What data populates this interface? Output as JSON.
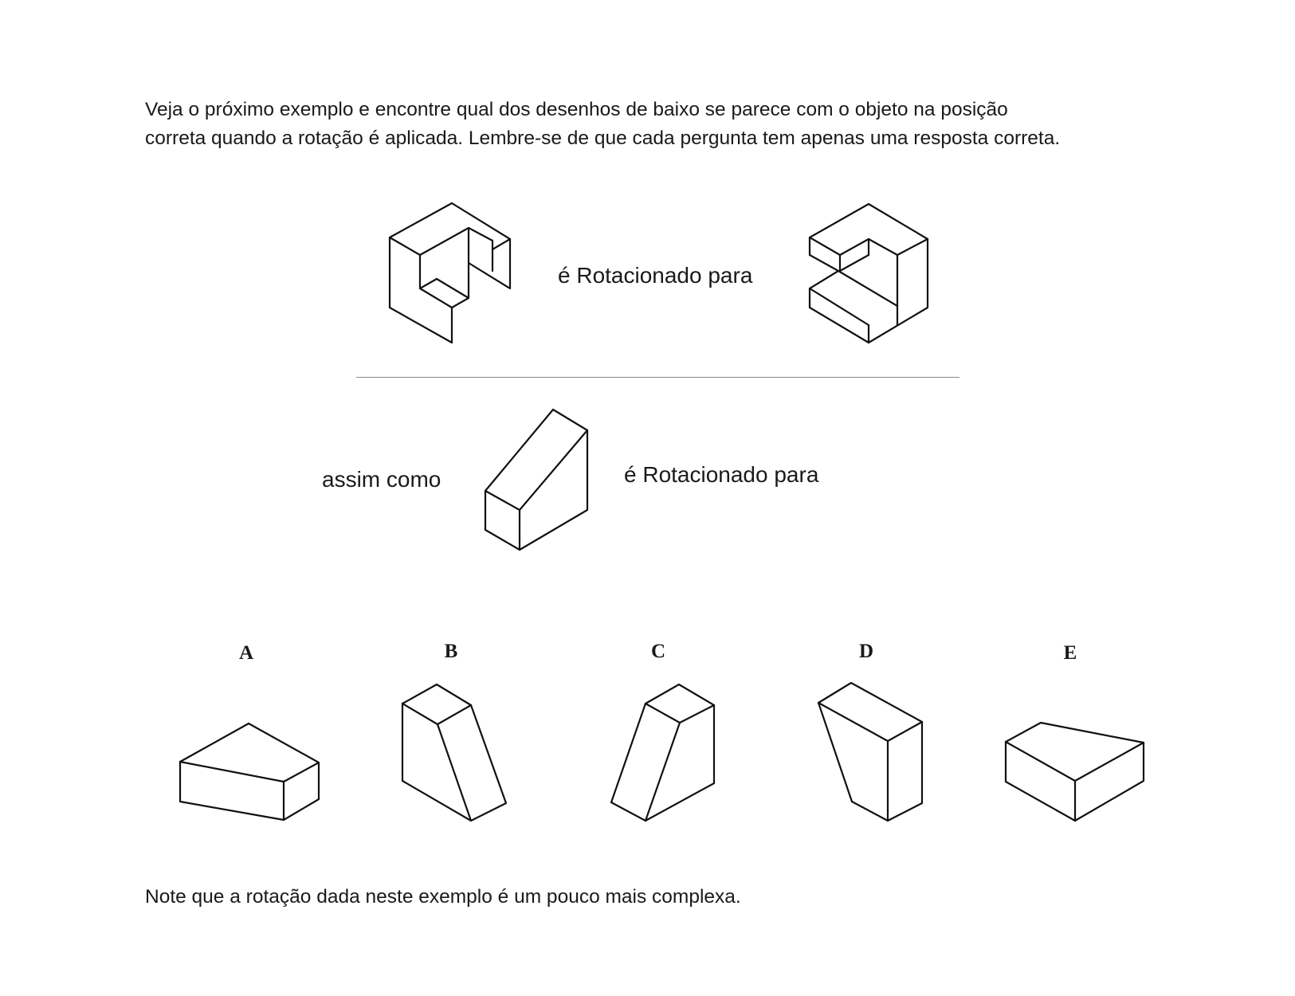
{
  "instructions": {
    "line1": "Veja o próximo exemplo e encontre qual dos desenhos de baixo se parece com o objeto na posição",
    "line2": "correta quando a rotação é aplicada. Lembre-se de que cada pergunta tem apenas uma resposta correta."
  },
  "example": {
    "rotated_label": "é Rotacionado para"
  },
  "question": {
    "prefix_label": "assim como",
    "rotated_label": "é Rotacionado para"
  },
  "options": [
    {
      "letter": "A"
    },
    {
      "letter": "B"
    },
    {
      "letter": "C"
    },
    {
      "letter": "D"
    },
    {
      "letter": "E"
    }
  ],
  "note": "Note que a rotação dada neste exemplo é um pouco mais complexa."
}
